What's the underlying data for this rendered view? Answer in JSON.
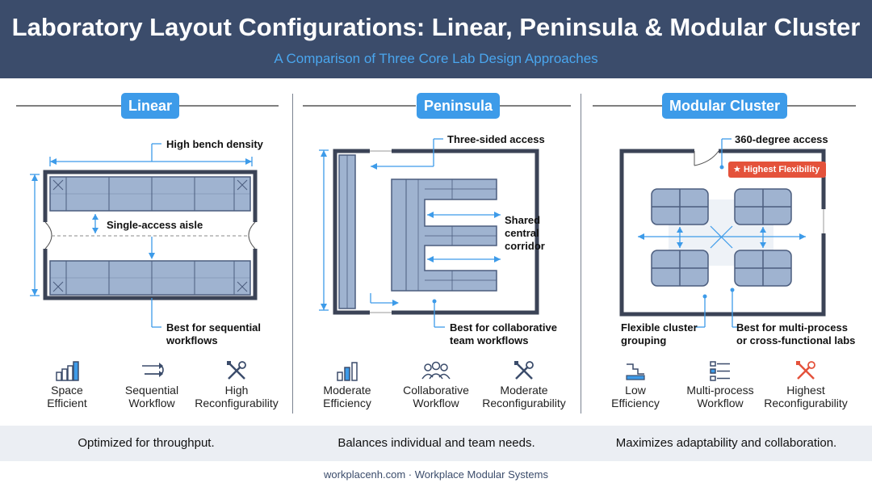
{
  "header": {
    "title": "Laboratory Layout Configurations: Linear, Peninsula & Modular Cluster",
    "subtitle": "A Comparison of Three Core Lab Design Approaches"
  },
  "columns": [
    {
      "name": "Linear",
      "labels": {
        "top": "High bench density",
        "aisle": "Single-access aisle",
        "bottom_1": "Best for sequential",
        "bottom_2": "workflows"
      },
      "features": [
        {
          "icon": "bar-chart-icon",
          "line1": "Space",
          "line2": "Efficient"
        },
        {
          "icon": "sequential-arrows-icon",
          "line1": "Sequential",
          "line2": "Workflow"
        },
        {
          "icon": "tools-icon",
          "line1": "High",
          "line2": "Reconfigurability"
        }
      ],
      "summary": "Optimized for throughput."
    },
    {
      "name": "Peninsula",
      "labels": {
        "top": "Three-sided access",
        "corridor_1": "Shared",
        "corridor_2": "central",
        "corridor_3": "corridor",
        "bottom_1": "Best for collaborative",
        "bottom_2": "team workflows"
      },
      "features": [
        {
          "icon": "bar-chart-icon",
          "line1": "Moderate",
          "line2": "Efficiency"
        },
        {
          "icon": "team-icon",
          "line1": "Collaborative",
          "line2": "Workflow"
        },
        {
          "icon": "tools-icon",
          "line1": "Moderate",
          "line2": "Reconfigurability"
        }
      ],
      "summary": "Balances individual and team needs."
    },
    {
      "name": "Modular Cluster",
      "labels": {
        "top": "360-degree access",
        "highlight": "Highest Flexibility",
        "left_1": "Flexible cluster",
        "left_2": "grouping",
        "right_1": "Best for multi-process",
        "right_2": "or cross-functional labs"
      },
      "features": [
        {
          "icon": "low-efficiency-icon",
          "line1": "Low",
          "line2": "Efficiency"
        },
        {
          "icon": "multi-process-icon",
          "line1": "Multi-process",
          "line2": "Workflow"
        },
        {
          "icon": "tools-icon",
          "line1": "Highest",
          "line2": "Reconfigurability"
        }
      ],
      "summary": "Maximizes adaptability and collaboration."
    }
  ],
  "footer": "workplacenh.com · Workplace Modular Systems",
  "colors": {
    "header_bg": "#3b4c6b",
    "accent_blue": "#3d9be9",
    "subtitle_blue": "#4aa6ee",
    "bench_fill": "#9fb3d0",
    "bench_stroke": "#4b5d7e",
    "wall": "#3b4356",
    "highlight_red": "#e4523b",
    "summary_bg": "#ebeef3"
  }
}
